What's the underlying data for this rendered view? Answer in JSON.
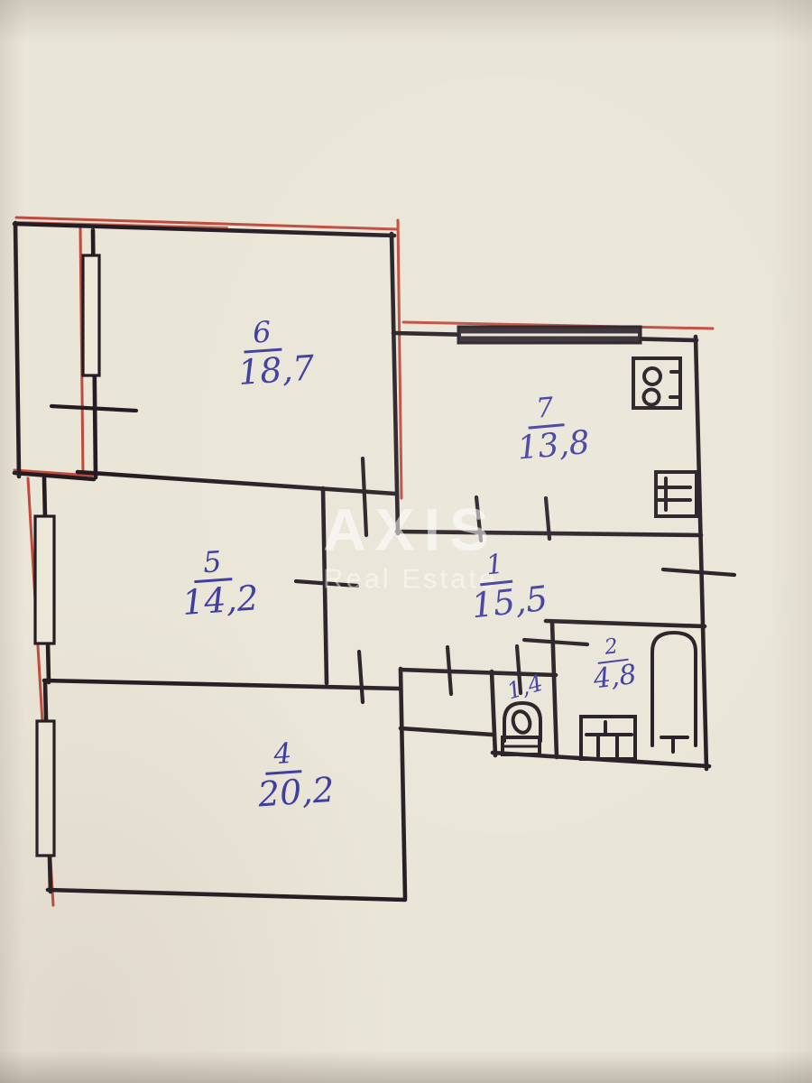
{
  "watermark": {
    "brand": "AXIS",
    "tagline": "Real Estate"
  },
  "rooms": [
    {
      "number": "6",
      "area": "18,7"
    },
    {
      "number": "7",
      "area": "13,8"
    },
    {
      "number": "5",
      "area": "14,2"
    },
    {
      "number": "1",
      "area": "15,5"
    },
    {
      "number": "2",
      "area": "4,8"
    },
    {
      "number": "",
      "area": "1,4"
    },
    {
      "number": "4",
      "area": "20,2"
    }
  ],
  "colors": {
    "paper": "#e9e5d7",
    "wall_ink": "#241c22",
    "exterior_red": "#c04a3c",
    "handwriting_blue": "#3d3aa0",
    "watermark": "#ffffff"
  }
}
